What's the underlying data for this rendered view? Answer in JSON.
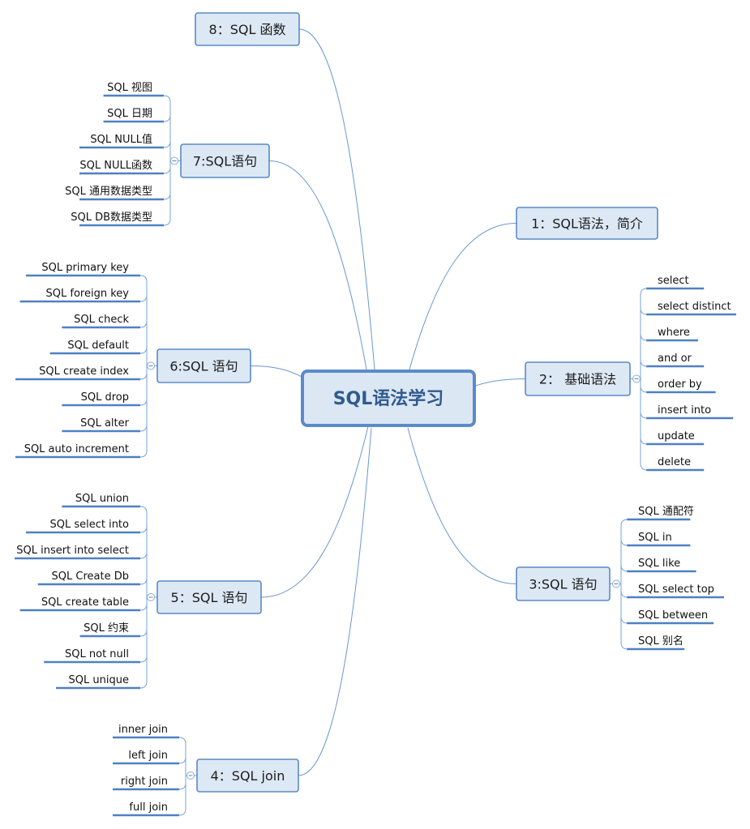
{
  "center": "SQL语法学习",
  "branches": [
    {
      "label": "1：SQL语法，简介",
      "leaves": []
    },
    {
      "label": "2：  基础语法",
      "leaves": [
        "select",
        "select distinct",
        "where",
        "and or",
        "order by",
        "insert into",
        "update",
        "delete"
      ]
    },
    {
      "label": "3:SQL 语句",
      "leaves": [
        "SQL 通配符",
        "SQL  in",
        "SQL like",
        "SQL  select top",
        "SQL between",
        "SQL 别名"
      ]
    },
    {
      "label": "4：SQL join",
      "leaves": [
        "inner join",
        "left join",
        "right  join",
        "full join"
      ]
    },
    {
      "label": "5：SQL 语句",
      "leaves": [
        "SQL union",
        "SQL select into",
        "SQL insert into select",
        "SQL Create Db",
        "SQL create table",
        "SQL 约束",
        "SQL not null",
        "SQL unique"
      ]
    },
    {
      "label": "6:SQL 语句",
      "leaves": [
        "SQL primary key",
        "SQL foreign  key",
        "SQL check",
        "SQL default",
        "SQL  create index",
        "SQL  drop",
        "SQL alter",
        "SQL  auto increment"
      ]
    },
    {
      "label": "7:SQL语句",
      "leaves": [
        "SQL 视图",
        "SQL 日期",
        "SQL  NULL值",
        "SQL NULL函数",
        "SQL 通用数据类型",
        "SQL DB数据类型"
      ]
    },
    {
      "label": "8：SQL 函数",
      "leaves": []
    }
  ],
  "colors": {
    "box_fill": "#dde8f5",
    "box_border": "#5a8ac6",
    "link": "#6b98cf",
    "underline": "#4f80c2"
  },
  "icons": {
    "collapse_toggle": "minus-circle-icon"
  }
}
